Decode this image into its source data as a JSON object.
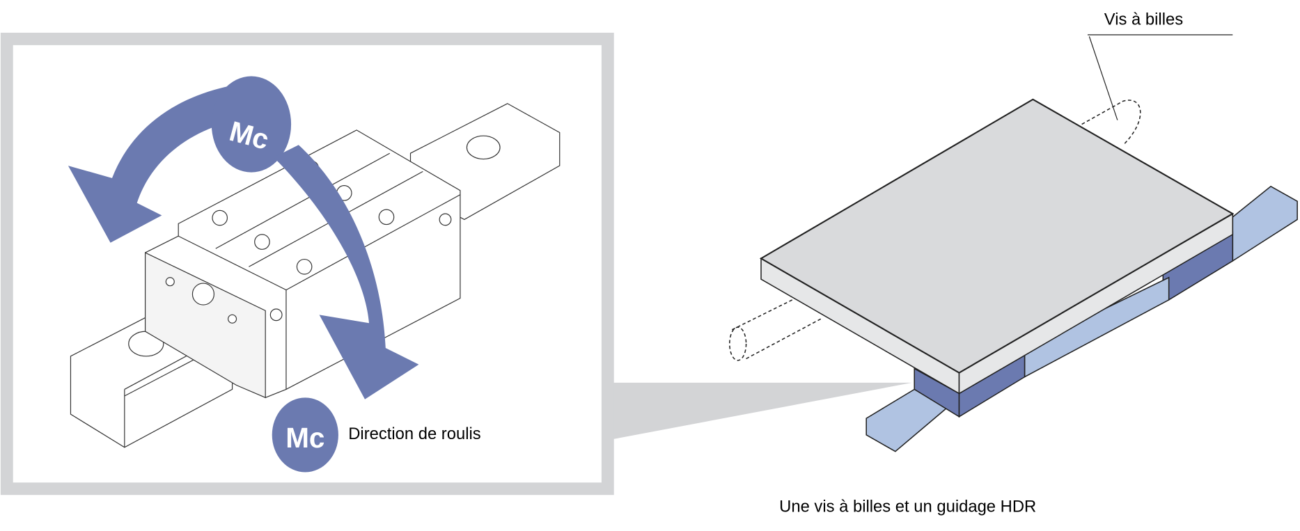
{
  "diagram": {
    "moment_symbol": "Mc",
    "legend_text": "Direction de roulis",
    "ball_screw_label": "Vis à billes",
    "caption": "Une vis à billes et un guidage HDR",
    "colors": {
      "frame": "#d3d4d6",
      "arrow": "#6b7ab0",
      "rail": "#b0c3e2",
      "block": "#6b7ab0",
      "plate_top": "#d9dadc",
      "plate_side": "#e6e7e8"
    }
  }
}
